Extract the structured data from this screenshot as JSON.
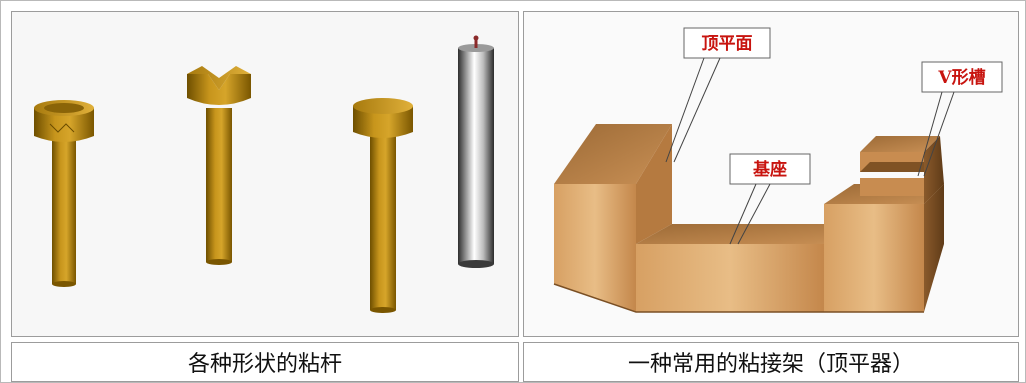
{
  "left_panel": {
    "caption": "各种形状的粘杆"
  },
  "right_panel": {
    "caption": "一种常用的粘接架（顶平器）",
    "callouts": {
      "top": "顶平面",
      "vgroove": "V形槽",
      "base": "基座"
    }
  },
  "colors": {
    "gold": "#b8860b",
    "wood": "#c08a52",
    "callout_text": "#c8140f"
  }
}
